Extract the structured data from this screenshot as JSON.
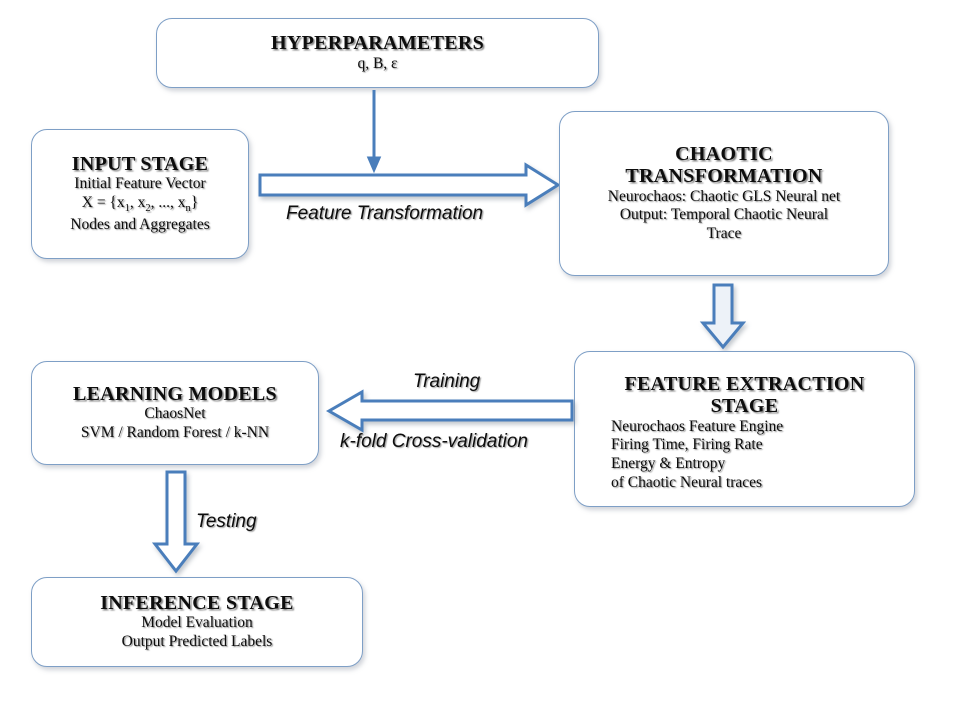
{
  "diagram": {
    "title_semantic": "neurochaos-pipeline-flowchart",
    "palette": {
      "box_border": "#7e9fc6",
      "box_fill": "#ffffff",
      "arrow_stroke": "#4a7ebb",
      "arrow_fill": "#ffffff",
      "text": "#0d0d0d",
      "background": "#ffffff"
    }
  },
  "nodes": {
    "hyperparameters": {
      "heading": "HYPERPARAMETERS",
      "lines": [
        "q, B, ε"
      ]
    },
    "input_stage": {
      "heading": "INPUT STAGE",
      "lines": [
        "Initial  Feature Vector",
        "Nodes and Aggregates"
      ],
      "formula_prefix": "X = {x",
      "formula_sub1": "1",
      "formula_mid1": ", x",
      "formula_sub2": "2",
      "formula_mid2": ", ..., x",
      "formula_sub3": "n",
      "formula_suffix": "}"
    },
    "chaotic_transformation": {
      "heading_line1": "CHAOTIC",
      "heading_line2": "TRANSFORMATION",
      "lines": [
        "Neurochaos: Chaotic GLS Neural net",
        "Output: Temporal Chaotic Neural",
        "Trace"
      ]
    },
    "feature_extraction": {
      "heading_line1": "FEATURE EXTRACTION",
      "heading_line2": "STAGE",
      "lines": [
        "Neurochaos Feature Engine",
        "Firing Time, Firing Rate",
        "Energy & Entropy",
        "of Chaotic Neural  traces"
      ]
    },
    "learning_models": {
      "heading": "LEARNING MODELS",
      "lines": [
        "ChaosNet",
        "SVM / Random Forest / k-NN"
      ]
    },
    "inference_stage": {
      "heading": "INFERENCE STAGE",
      "lines": [
        "Model Evaluation",
        "Output Predicted Labels"
      ]
    }
  },
  "edges": {
    "hyper_to_feature_transform": {
      "label": "",
      "direction": "down"
    },
    "input_to_chaotic": {
      "label": "Feature Transformation",
      "direction": "right"
    },
    "chaotic_to_extraction": {
      "label": "",
      "direction": "down"
    },
    "extraction_to_learning": {
      "label_above": "Training",
      "label_below": "k-fold Cross-validation",
      "direction": "left"
    },
    "learning_to_inference": {
      "label": "Testing",
      "direction": "down"
    }
  }
}
